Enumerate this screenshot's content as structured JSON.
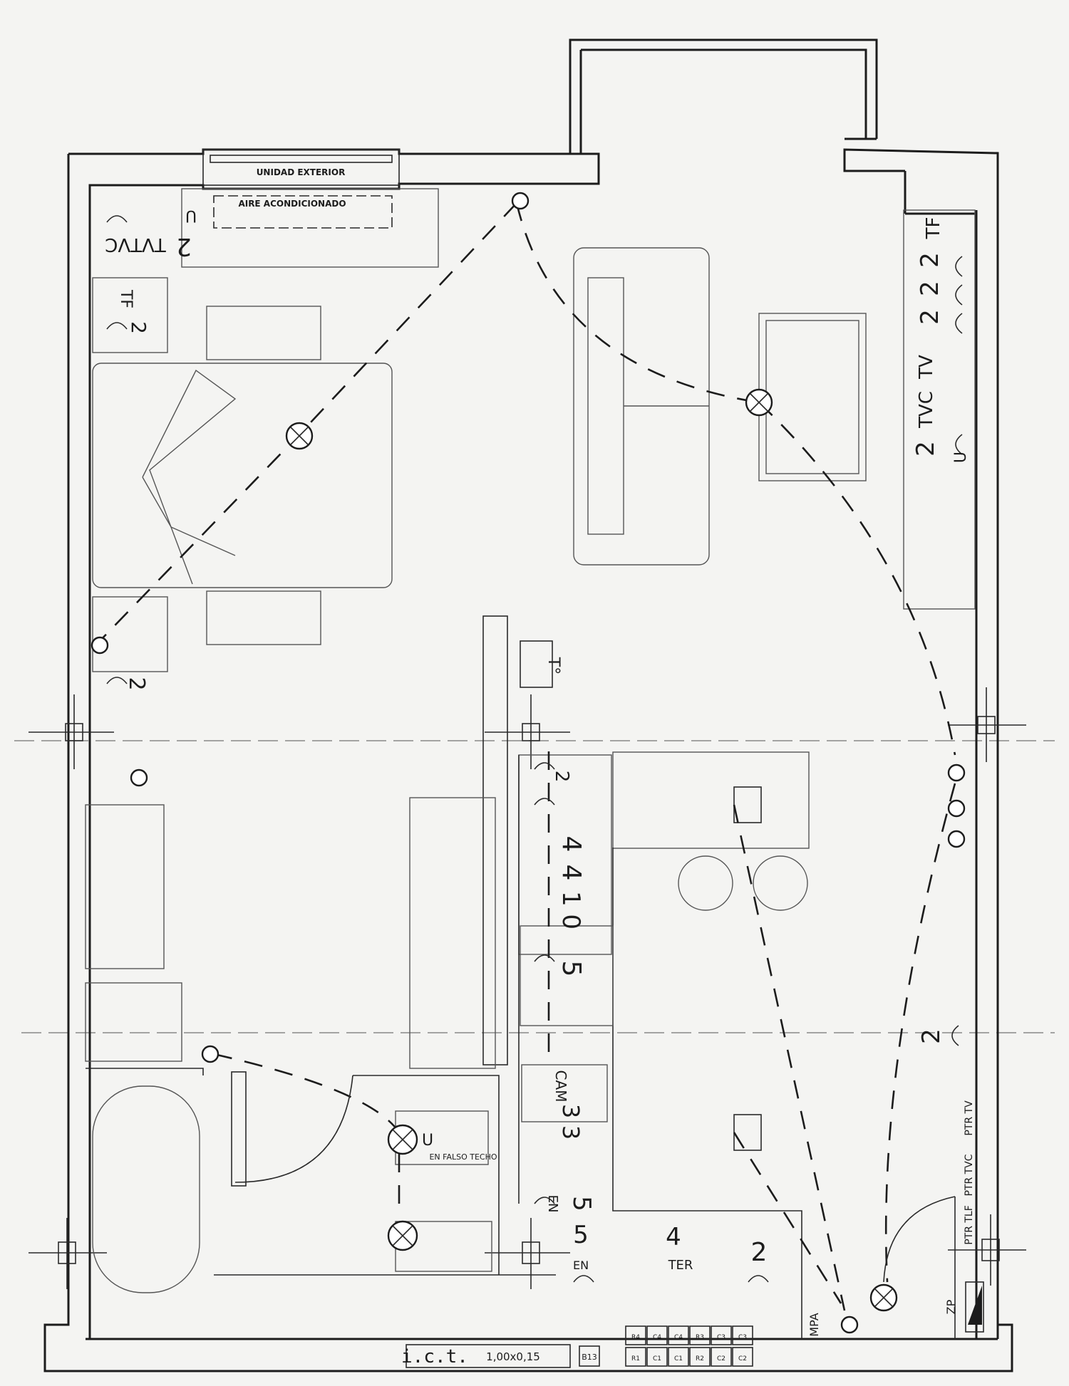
{
  "unit_labels": {
    "unidad_exterior": "UNIDAD EXTERIOR",
    "aire_acondicionado": "AIRE ACONDICIONADO",
    "en_falso_techo": "EN FALSO TECHO",
    "ict": "i.c.t.",
    "ict_size": "1,00x0,15"
  },
  "outlet_labels": {
    "tv_tvc_bedroom": "TVTVC",
    "two_bedroom": "2",
    "tf_bedside": "TF",
    "two_bedside": "2",
    "two_bedside_left": "2",
    "tf_living": "TF",
    "two_a": "2",
    "two_b": "2",
    "two_c": "2",
    "tv_living": "TV",
    "tvc_living": "TVC",
    "two_d": "2",
    "z_kitchen": "2",
    "four_kitchen": "4",
    "four_b": "4",
    "one_zero": "1 0",
    "five_kitchen": "5",
    "two_hall": "2",
    "cam": "CAM",
    "three_a": "3",
    "three_b": "3",
    "five_en": "5",
    "en_a": "EN",
    "five_en_b": "5",
    "en_b": "EN",
    "four_ter": "4",
    "ter": "TER",
    "two_bottom": "2",
    "ptr_tv": "PTR TV",
    "ptr_tvc": "PTR TVC",
    "ptr_tlf": "PTR TLF",
    "to": "T°",
    "mpa": "MPA",
    "zp": "ZP",
    "b13": "B13",
    "u_a": "U",
    "u_b": "U",
    "u_c": "U"
  },
  "panel_cells_top": [
    "R4",
    "C4",
    "C4",
    "R3",
    "C3",
    "C3"
  ],
  "panel_cells_bottom": [
    "R1",
    "C1",
    "C1",
    "R2",
    "C2",
    "C2"
  ]
}
